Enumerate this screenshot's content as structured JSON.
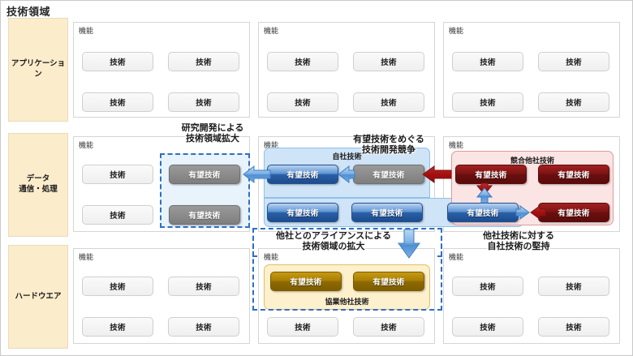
{
  "title": "技術領域",
  "labels": {
    "function": "機能",
    "tech": "技術",
    "promising_tech": "有望技術"
  },
  "rows": [
    {
      "id": "application",
      "label": "アプリケーション"
    },
    {
      "id": "data",
      "label": "データ\n通信・処理"
    },
    {
      "id": "hardware",
      "label": "ハードウエア"
    }
  ],
  "groups": {
    "own_tech": "自社技術",
    "competitor_tech": "競合他社技術",
    "partner_tech": "協業他社技術"
  },
  "notes": [
    {
      "id": "rd-expansion",
      "line1": "研究開発による",
      "line2": "技術領域拡大"
    },
    {
      "id": "rd-competition",
      "line1": "有望技術をめぐる",
      "line2": "技術開発競争"
    },
    {
      "id": "alliance",
      "line1": "他社とのアライアンスによる",
      "line2": "技術領域の拡大"
    },
    {
      "id": "defend",
      "line1": "他社技術に対する",
      "line2": "自社技術の堅持"
    }
  ],
  "colors": {
    "row_label_bg": "#fbeccb",
    "own_tech_blue": "#2a5fa6",
    "competitor_red": "#7d1414",
    "partner_gold": "#a87f06",
    "neutral_gray": "#7e7e7e",
    "dash_highlight": "#2f6fc4",
    "group_blue_bg": "#cfe4f7",
    "group_red_bg": "#fbe4e4",
    "group_gold_bg": "#fdf0cd"
  },
  "chips": {
    "r1c1": [
      "技術",
      "技術",
      "技術",
      "技術"
    ],
    "r1c2": [
      "技術",
      "技術",
      "技術",
      "技術"
    ],
    "r1c3": [
      "技術",
      "技術",
      "技術",
      "技術"
    ],
    "r2c1_plain": [
      "技術",
      "技術"
    ],
    "r2c1_gray": [
      "有望技術",
      "有望技術"
    ],
    "r2c2_own": [
      "有望技術",
      "有望技術",
      "有望技術"
    ],
    "r2c2_contest": [
      "有望技術"
    ],
    "r2c3_comp": [
      "有望技術",
      "有望技術",
      "有望技術"
    ],
    "r2c3_own": [
      "有望技術"
    ],
    "r3c1": [
      "技術",
      "技術",
      "技術",
      "技術"
    ],
    "r3c2_gold": [
      "有望技術",
      "有望技術"
    ],
    "r3c2_plain": [
      "技術",
      "技術"
    ],
    "r3c3": [
      "技術",
      "技術",
      "技術",
      "技術"
    ]
  }
}
